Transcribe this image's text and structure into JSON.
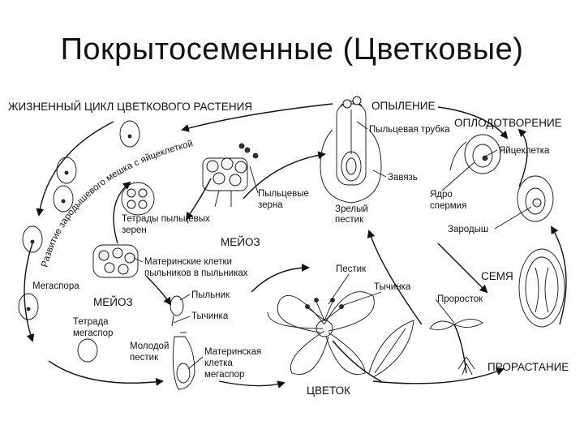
{
  "slide": {
    "title": "Покрытосеменные (Цветковые)"
  },
  "diagram": {
    "heading": "ЖИЗНЕННЫЙ ЦИКЛ ЦВЕТКОВОГО РАСТЕНИЯ",
    "arc_label": "Развитие зародышевого мешка с яйцеклеткой",
    "labels": {
      "pollination": "ОПЫЛЕНИЕ",
      "pollen_tube": "Пыльцевая трубка",
      "fertilization": "ОПЛОДОТВОРЕНИЕ",
      "egg_cell": "Яйцеклетка",
      "ovary": "Завязь",
      "pollen_grains_1": "Пыльцевые",
      "pollen_grains_2": "зерна",
      "mature_pistil_1": "Зрелый",
      "mature_pistil_2": "пестик",
      "sperm_nucleus_1": "Ядро",
      "sperm_nucleus_2": "спермия",
      "tetrads_pollen_1": "Тетрады пыльцевых",
      "tetrads_pollen_2": "зерен",
      "embryo": "Зародыш",
      "meiosis_1": "МЕЙОЗ",
      "mother_cells_1": "Материнские клетки",
      "mother_cells_2": "пыльников в пыльниках",
      "pistil": "Пестик",
      "seed": "СЕМЯ",
      "megaspore": "Мегаспора",
      "anther": "Пыльник",
      "stamen_top": "Тычинка",
      "meiosis_2": "МЕЙОЗ",
      "sprout": "Проросток",
      "stamen": "Тычинка",
      "tetrad_megaspores_1": "Тетрада",
      "tetrad_megaspores_2": "мегаспор",
      "young_pistil_1": "Молодой",
      "young_pistil_2": "пестик",
      "megaspore_mother_1": "Материнская",
      "megaspore_mother_2": "клетка",
      "megaspore_mother_3": "мегаспор",
      "germination": "ПРОРАСТАНИЕ",
      "flower": "ЦВЕТОК"
    }
  }
}
